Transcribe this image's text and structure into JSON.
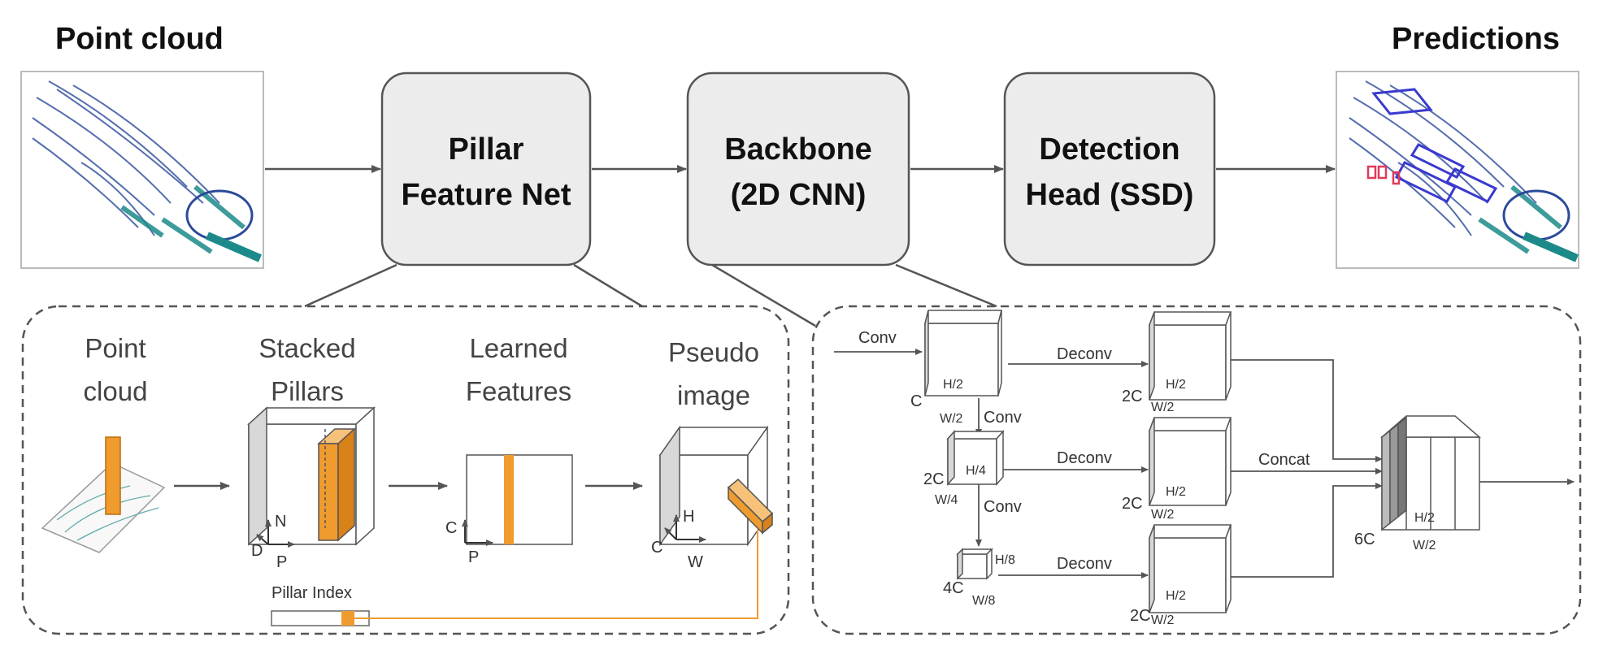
{
  "top": {
    "input_title": "Point cloud",
    "output_title": "Predictions",
    "stages": [
      {
        "line1": "Pillar",
        "line2": "Feature Net"
      },
      {
        "line1": "Backbone",
        "line2": "(2D CNN)"
      },
      {
        "line1": "Detection",
        "line2": "Head (SSD)"
      }
    ]
  },
  "pfn": {
    "point_cloud": {
      "line1": "Point",
      "line2": "cloud"
    },
    "stacked_pillars": {
      "line1": "Stacked",
      "line2": "Pillars",
      "axis_d": "D",
      "axis_n": "N",
      "axis_p": "P"
    },
    "learned_features": {
      "line1": "Learned",
      "line2": "Features",
      "axis_c": "C",
      "axis_p": "P"
    },
    "pseudo_image": {
      "line1": "Pseudo",
      "line2": "image",
      "axis_c": "C",
      "axis_h": "H",
      "axis_w": "W"
    },
    "pillar_index": "Pillar Index"
  },
  "backbone": {
    "conv_in": "Conv",
    "conv2": "Conv",
    "conv3": "Conv",
    "deconv1": "Deconv",
    "deconv2": "Deconv",
    "deconv3": "Deconv",
    "concat": "Concat",
    "block1": {
      "c": "C",
      "h": "H/2",
      "w": "W/2"
    },
    "block2": {
      "c": "2C",
      "h": "H/4",
      "w": "W/4"
    },
    "block3": {
      "c": "4C",
      "h": "H/8",
      "w": "W/8"
    },
    "up1": {
      "c": "2C",
      "h": "H/2",
      "w": "W/2"
    },
    "up2": {
      "c": "2C",
      "h": "H/2",
      "w": "W/2"
    },
    "up3": {
      "c": "2C",
      "h": "H/2",
      "w": "W/2"
    },
    "out": {
      "c": "6C",
      "h": "H/2",
      "w": "W/2"
    }
  },
  "colors": {
    "orange": "#ef9b2e",
    "box_fill": "#ececec",
    "stroke": "#555555",
    "point_blue": "#2b4a9a",
    "point_teal": "#1c8a8a",
    "pred_box": "#3a3ad0",
    "pred_red": "#e03a5a"
  }
}
